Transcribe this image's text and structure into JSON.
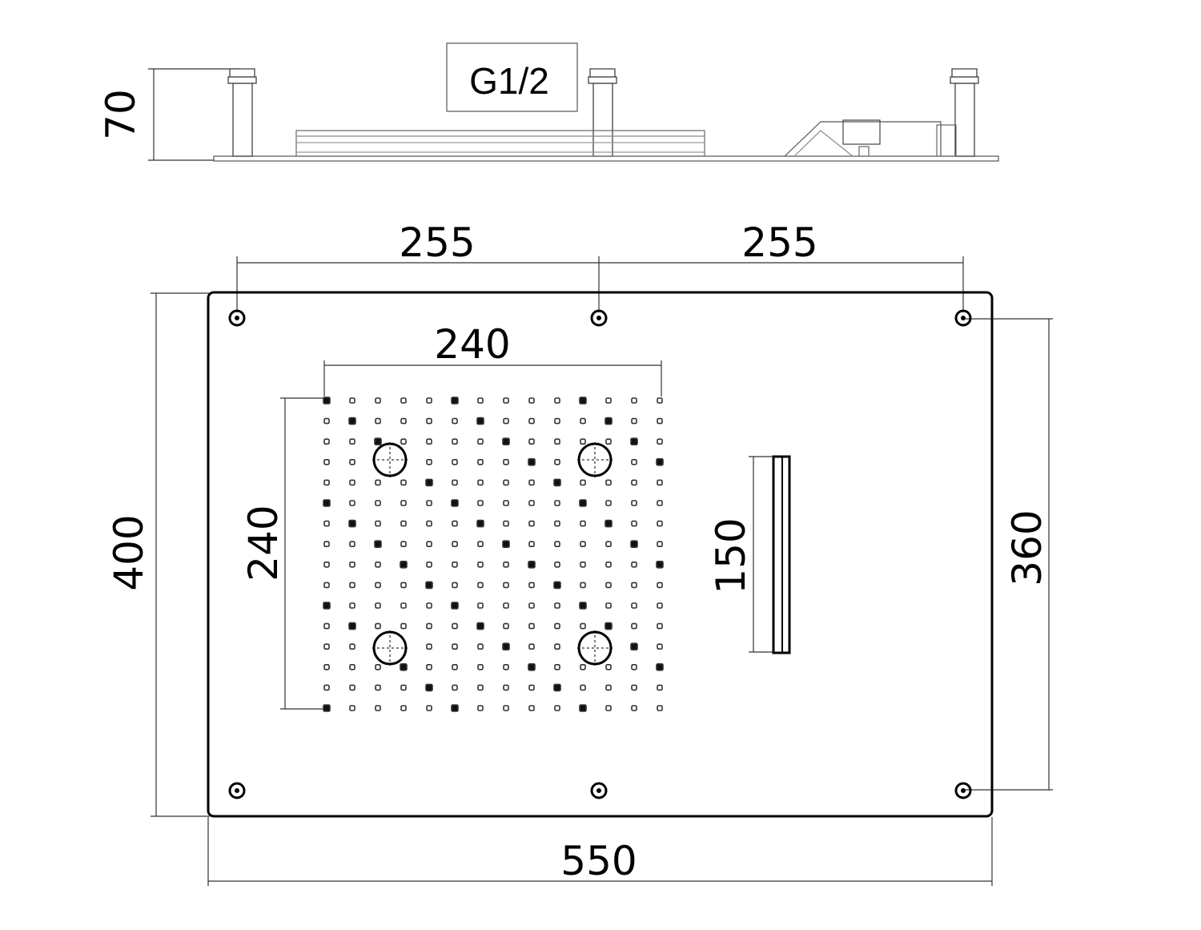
{
  "title": "Rectangular ceiling shower head technical drawing",
  "side_view": {
    "height_dim": "70",
    "connection_label": "G1/2"
  },
  "top_view": {
    "dims": {
      "left_span": "255",
      "right_span": "255",
      "grid_width": "240",
      "grid_height": "240",
      "waterfall_length": "150",
      "overall_height": "400",
      "mount_height": "360",
      "overall_width": "550"
    },
    "nozzle_grid": {
      "columns": 14,
      "rows": 16
    },
    "lights": 4,
    "mount_holes": 6
  },
  "colors": {
    "line": "#000000",
    "thin": "#555555",
    "background": "#ffffff"
  }
}
